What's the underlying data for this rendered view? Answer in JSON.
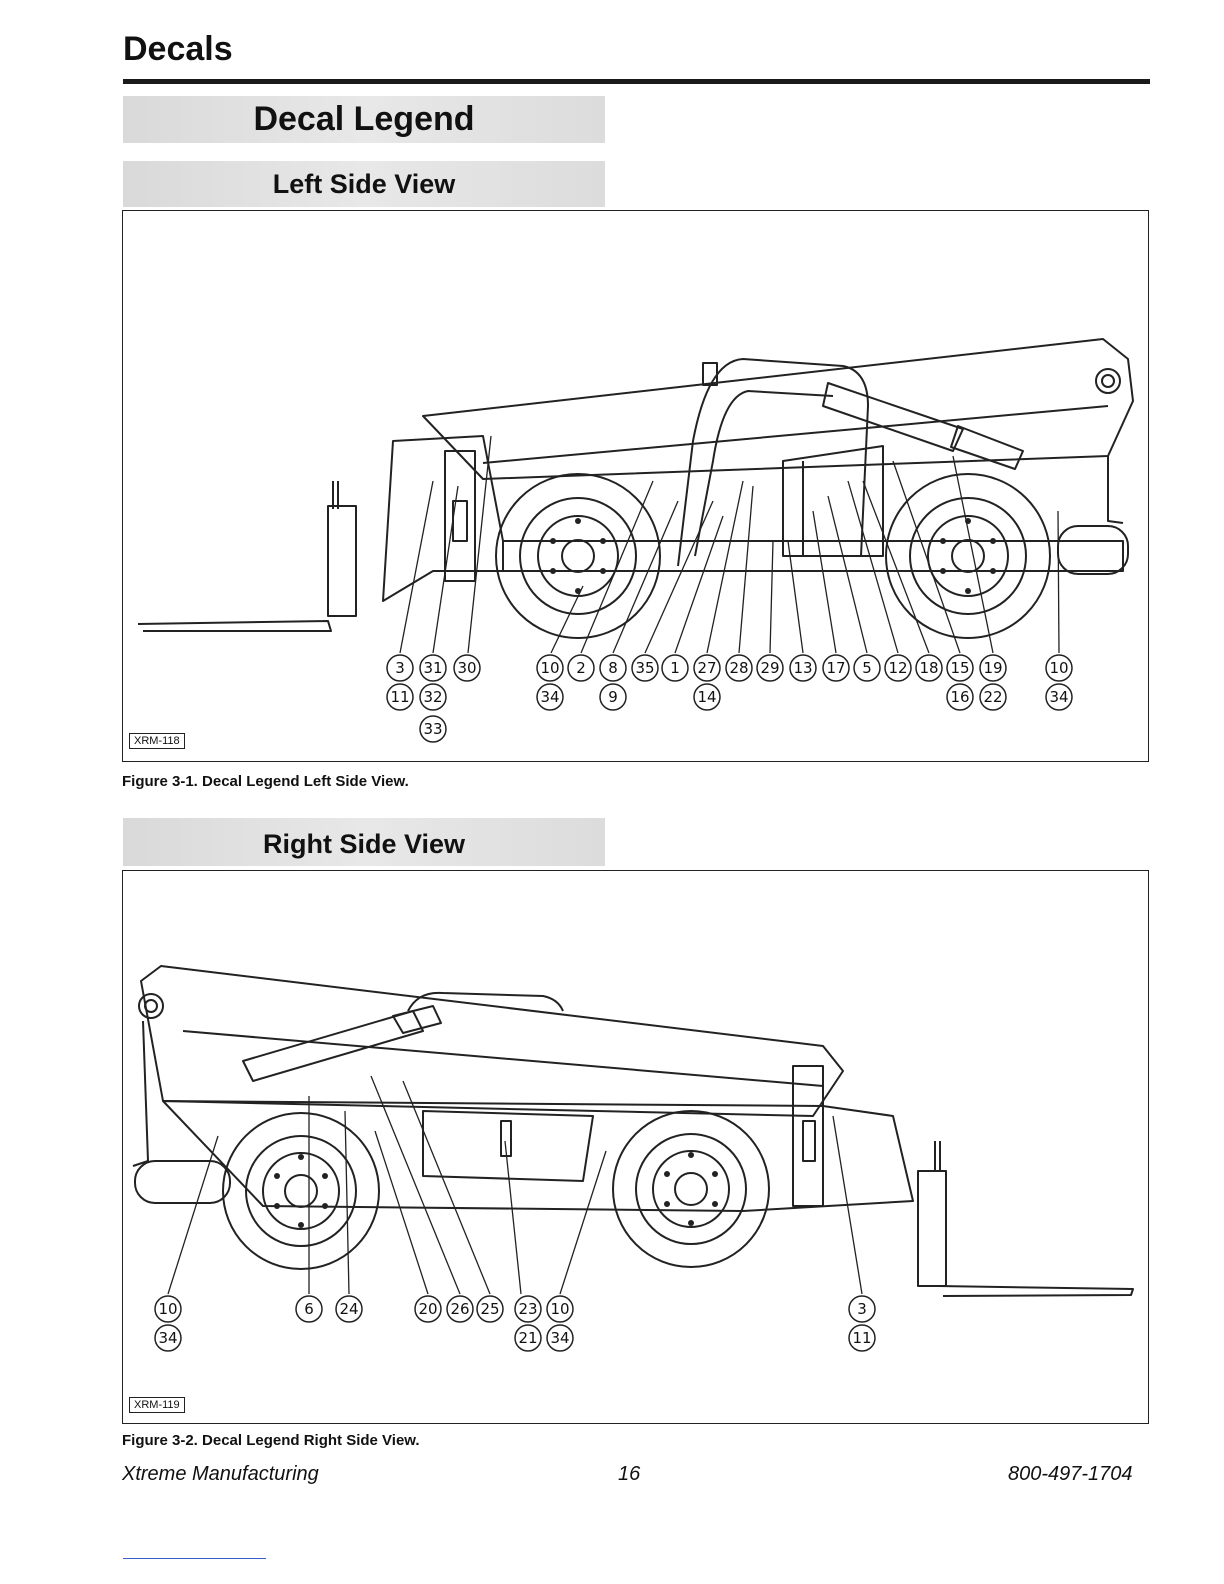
{
  "page": {
    "title": "Decals",
    "section_title": "Decal Legend",
    "left_view_heading": "Left Side View",
    "right_view_heading": "Right Side View"
  },
  "figures": [
    {
      "tag": "XRM-118",
      "caption": "Figure 3-1.  Decal Legend Left Side View.",
      "callouts": [
        [
          "3",
          "11"
        ],
        [
          "31",
          "32",
          "33"
        ],
        [
          "30"
        ],
        [
          "10",
          "34"
        ],
        [
          "2"
        ],
        [
          "8",
          "9"
        ],
        [
          "35"
        ],
        [
          "1"
        ],
        [
          "27",
          "14"
        ],
        [
          "28"
        ],
        [
          "29"
        ],
        [
          "13"
        ],
        [
          "17"
        ],
        [
          "5"
        ],
        [
          "12"
        ],
        [
          "18"
        ],
        [
          "15",
          "16"
        ],
        [
          "19",
          "22"
        ],
        [
          "10",
          "34"
        ]
      ]
    },
    {
      "tag": "XRM-119",
      "caption": "Figure 3-2.  Decal Legend Right Side View.",
      "callouts": [
        [
          "10",
          "34"
        ],
        [
          "6"
        ],
        [
          "24"
        ],
        [
          "20"
        ],
        [
          "26"
        ],
        [
          "25"
        ],
        [
          "23",
          "21"
        ],
        [
          "10",
          "34"
        ],
        [
          "3",
          "11"
        ]
      ]
    }
  ],
  "footer": {
    "company": "Xtreme Manufacturing",
    "page_number": "16",
    "phone": "800-497-1704"
  }
}
